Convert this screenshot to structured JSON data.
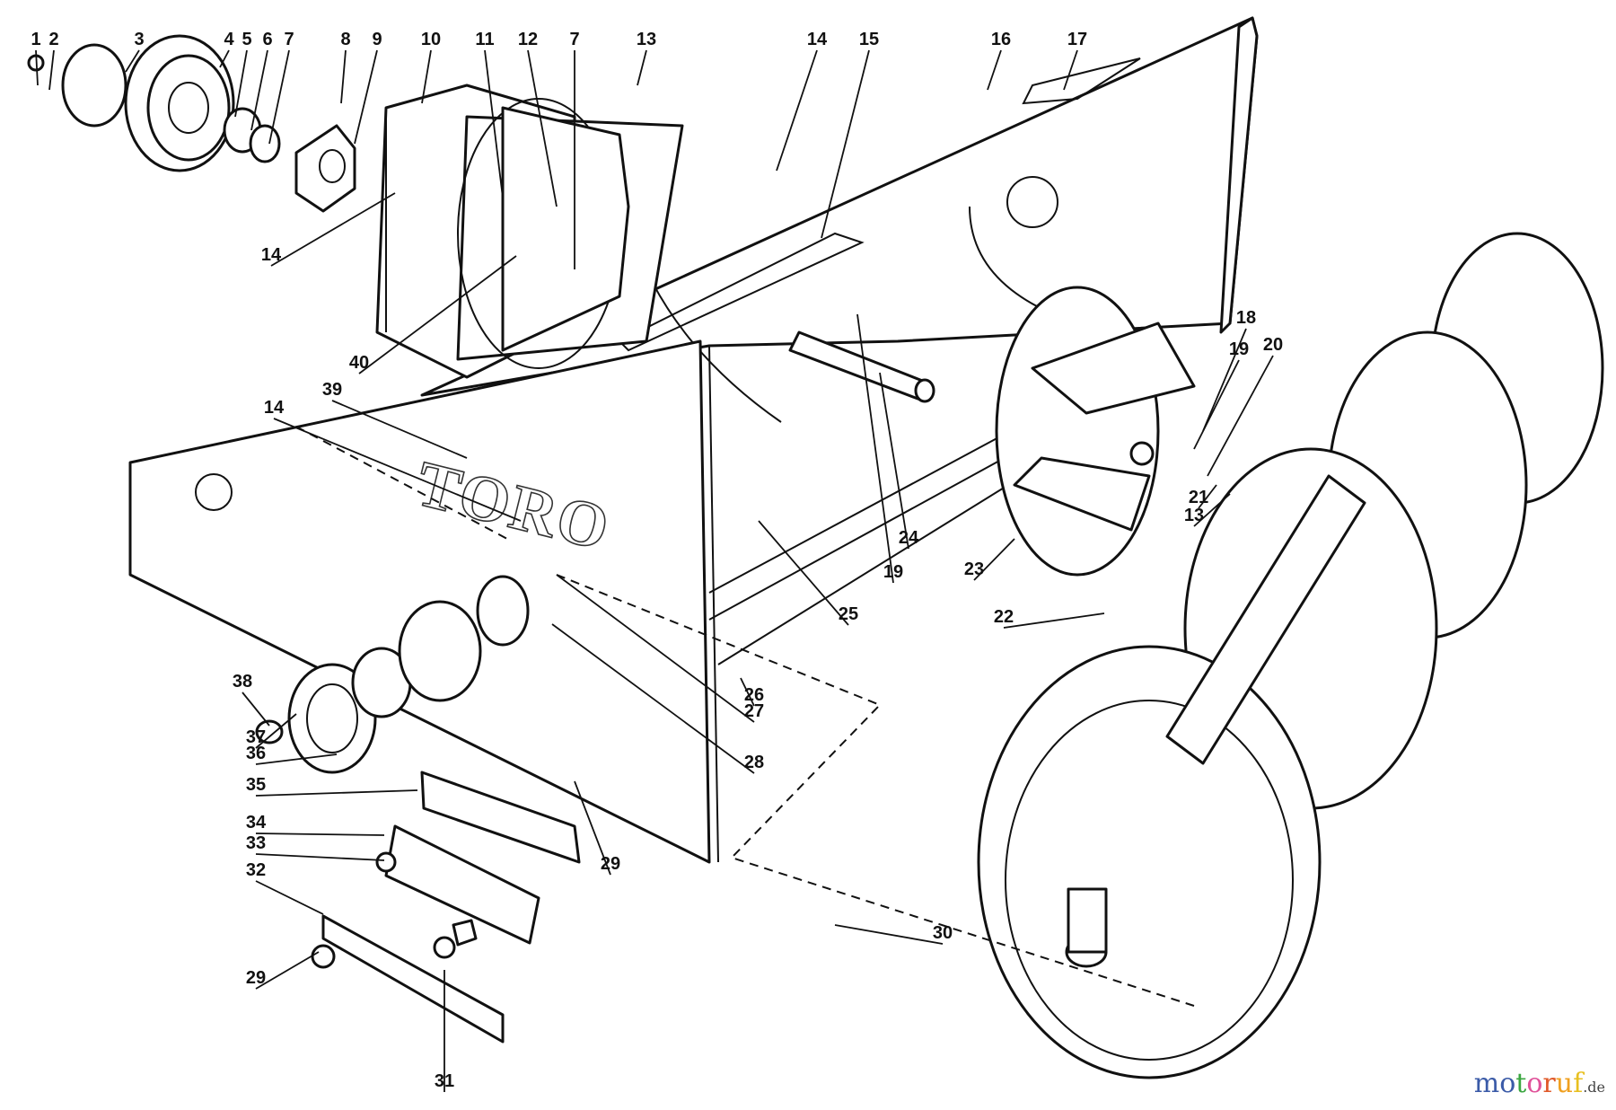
{
  "diagram": {
    "type": "exploded-parts-diagram",
    "subject": "Snowthrower auger housing assembly",
    "brand_logo": "TORO",
    "watermark": {
      "letters": [
        {
          "ch": "m",
          "color": "#3b5ba8"
        },
        {
          "ch": "o",
          "color": "#3b5ba8"
        },
        {
          "ch": "t",
          "color": "#3aa640"
        },
        {
          "ch": "o",
          "color": "#e0529a"
        },
        {
          "ch": "r",
          "color": "#e05a2a"
        },
        {
          "ch": "u",
          "color": "#f0a020"
        },
        {
          "ch": "f",
          "color": "#e8c020"
        }
      ],
      "suffix": ".de"
    },
    "callouts": [
      "1",
      "2",
      "3",
      "4",
      "5",
      "6",
      "7",
      "8",
      "9",
      "10",
      "11",
      "12",
      "7",
      "13",
      "14",
      "15",
      "16",
      "17",
      "14",
      "40",
      "39",
      "14",
      "18",
      "19",
      "20",
      "21",
      "13",
      "23",
      "22",
      "24",
      "19",
      "25",
      "26",
      "27",
      "28",
      "29",
      "30",
      "31",
      "29",
      "32",
      "33",
      "34",
      "35",
      "36",
      "37",
      "38"
    ]
  }
}
